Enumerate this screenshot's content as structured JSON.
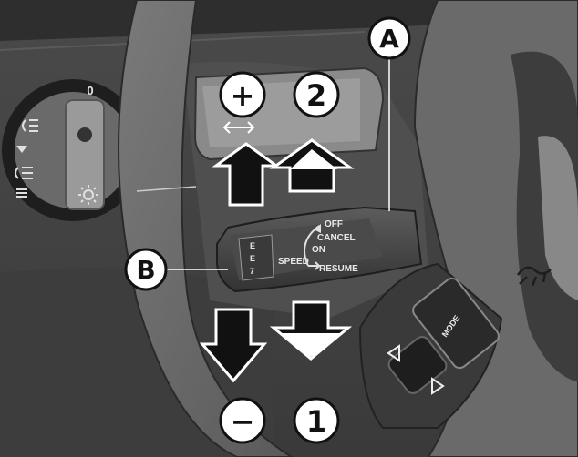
{
  "callouts": {
    "a": "A",
    "b": "B",
    "plus": "+",
    "minus": "−",
    "one": "1",
    "two": "2"
  },
  "lever": {
    "off": "OFF",
    "cancel": "CANCEL",
    "on": "ON",
    "resume": "RESUME",
    "speed": "SPEED",
    "switch_top": "E",
    "switch_mid": "E",
    "switch_bot": "7"
  },
  "light_switch": {
    "zero": "0"
  },
  "steering_buttons": {
    "mode": "MODE"
  }
}
